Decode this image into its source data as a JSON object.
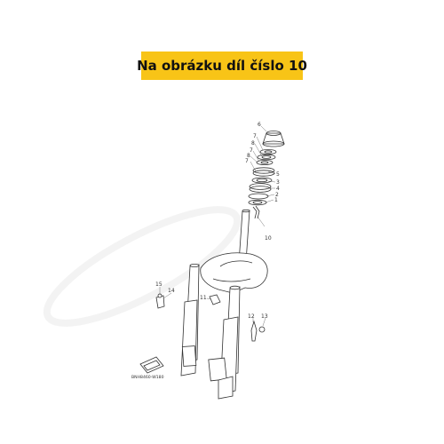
{
  "banner": {
    "text": "Na obrázku díl číslo 10"
  },
  "diagram": {
    "drawing_code": "BNH8460-W180",
    "callouts": [
      "6",
      "7",
      "8",
      "7",
      "8",
      "7",
      "5",
      "3",
      "4",
      "2",
      "1",
      "10",
      "15",
      "14",
      "11",
      "12",
      "13"
    ]
  },
  "colors": {
    "banner_bg": "#f8c417",
    "line": "#333333",
    "watermark": "#e6e6e6"
  }
}
